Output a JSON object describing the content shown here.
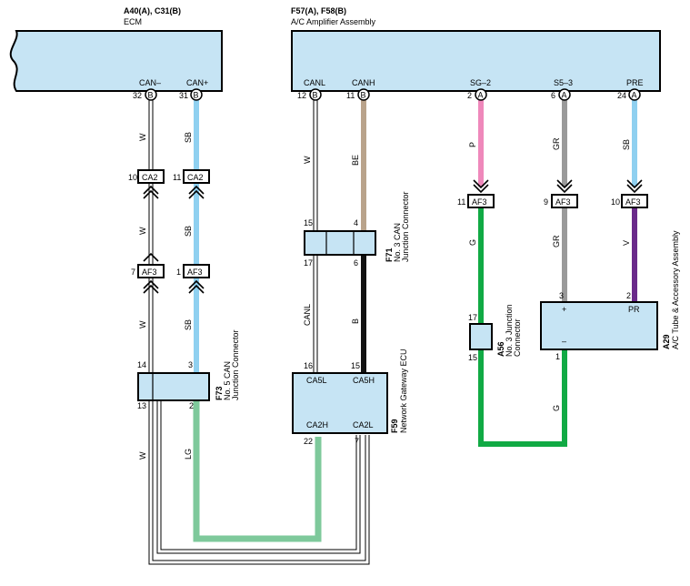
{
  "ecm": {
    "code": "A40(A), C31(B)",
    "name": "ECM",
    "pins": [
      {
        "num": "32",
        "label": "CAN–",
        "connector": "B"
      },
      {
        "num": "31",
        "label": "CAN+",
        "connector": "B"
      }
    ]
  },
  "amplifier": {
    "code": "F57(A), F58(B)",
    "name": "A/C Amplifier Assembly",
    "pins": [
      {
        "num": "12",
        "label": "CANL",
        "connector": "B"
      },
      {
        "num": "11",
        "label": "CANH",
        "connector": "B"
      },
      {
        "num": "2",
        "label": "SG–2",
        "connector": "A"
      },
      {
        "num": "6",
        "label": "S5–3",
        "connector": "A"
      },
      {
        "num": "24",
        "label": "PRE",
        "connector": "A"
      }
    ]
  },
  "connectors": {
    "ca2_a": "CA2",
    "ca2_b": "CA2",
    "af3_a": "AF3",
    "af3_b": "AF3",
    "af3_c": "AF3",
    "af3_d": "AF3",
    "af3_e": "AF3",
    "n10": "10",
    "n11a": "11",
    "n7": "7",
    "n1": "1",
    "n11b": "11",
    "n9": "9",
    "n10b": "10"
  },
  "wires": {
    "w1": "W",
    "w2": "W",
    "w3": "W",
    "w4": "W",
    "w5": "W",
    "sb1": "SB",
    "sb2": "SB",
    "sb3": "SB",
    "sb4": "SB",
    "be": "BE",
    "b": "B",
    "lg": "LG",
    "p": "P",
    "gr1": "GR",
    "gr2": "GR",
    "g1": "G",
    "g2": "G",
    "v": "V"
  },
  "f71": {
    "code": "F71",
    "line1": "No. 3 CAN",
    "line2": "Junction Connector",
    "p15": "15",
    "p4": "4",
    "p17": "17",
    "p6": "6"
  },
  "f73": {
    "code": "F73",
    "line1": "No. 5 CAN",
    "line2": "Junction Connector",
    "p14": "14",
    "p3": "3",
    "p13": "13",
    "p2": "2"
  },
  "f59": {
    "code": "F59",
    "name": "Network Gateway ECU",
    "ca5l": "CA5L",
    "ca5h": "CA5H",
    "ca2h": "CA2H",
    "ca2l": "CA2L",
    "p16": "16",
    "p15": "15",
    "p22": "22",
    "p7": "7"
  },
  "a56": {
    "code": "A56",
    "line1": "No. 3 Junction",
    "line2": "Connector",
    "p17": "17",
    "p15": "15"
  },
  "a29": {
    "code": "A29",
    "name": "A/C Tube & Accessory Assembly",
    "pr": "PR",
    "plus": "+",
    "minus": "–",
    "p3": "3",
    "p2": "2",
    "p1": "1"
  },
  "colors": {
    "box_fill": "#c6e4f4",
    "SB": "#8fd0f0",
    "BE": "#b9a38b",
    "B": "#111111",
    "LG": "#7ec99b",
    "P": "#ef88bb",
    "GR": "#9a9a9a",
    "G": "#11aa44",
    "V": "#6a2a8a",
    "W": "#ffffff"
  }
}
